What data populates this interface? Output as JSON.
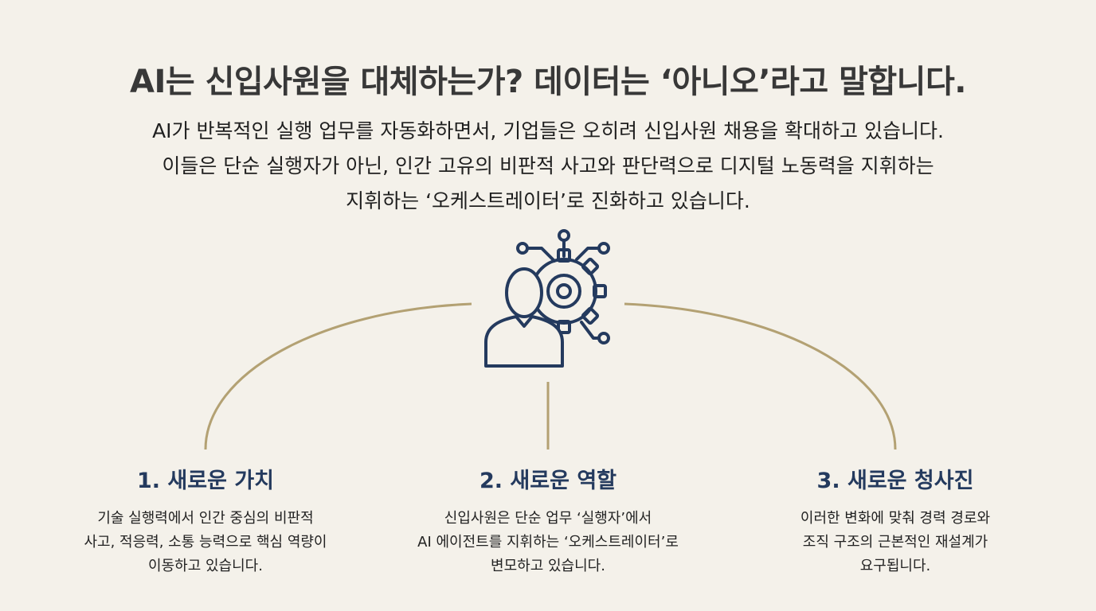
{
  "title": "AI는 신입사원을 대체하는가? 데이터는 ‘아니오’라고 말합니다.",
  "subtitle_lines": [
    "AI가 반복적인 실행 업무를 자동화하면서, 기업들은 오히려 신입사원 채용을 확대하고 있습니다.",
    "이들은 단순 실행자가 아닌, 인간 고유의 비판적 사고와 판단력으로 디지털 노동력을 지휘하는",
    "지휘하는 ‘오케스트레이터’로 진화하고 있습니다."
  ],
  "center_icon": "person-gear-network-icon",
  "colors": {
    "background": "#f4f1ea",
    "heading": "#243a5e",
    "icon": "#243a5e",
    "connector": "#b3a173"
  },
  "columns": [
    {
      "heading": "1. 새로운 가치",
      "lines": [
        "기술 실행력에서 인간 중심의 비판적",
        "사고, 적응력, 소통 능력으로 핵심 역량이",
        "이동하고 있습니다."
      ]
    },
    {
      "heading": "2. 새로운 역할",
      "lines": [
        "신입사원은 단순 업무 ‘실행자’에서",
        "AI 에이전트를 지휘하는 ‘오케스트레이터’로",
        "변모하고 있습니다."
      ]
    },
    {
      "heading": "3. 새로운 청사진",
      "lines": [
        "이러한 변화에 맞춰 경력 경로와",
        "조직 구조의 근본적인 재설계가",
        "요구됩니다."
      ]
    }
  ]
}
